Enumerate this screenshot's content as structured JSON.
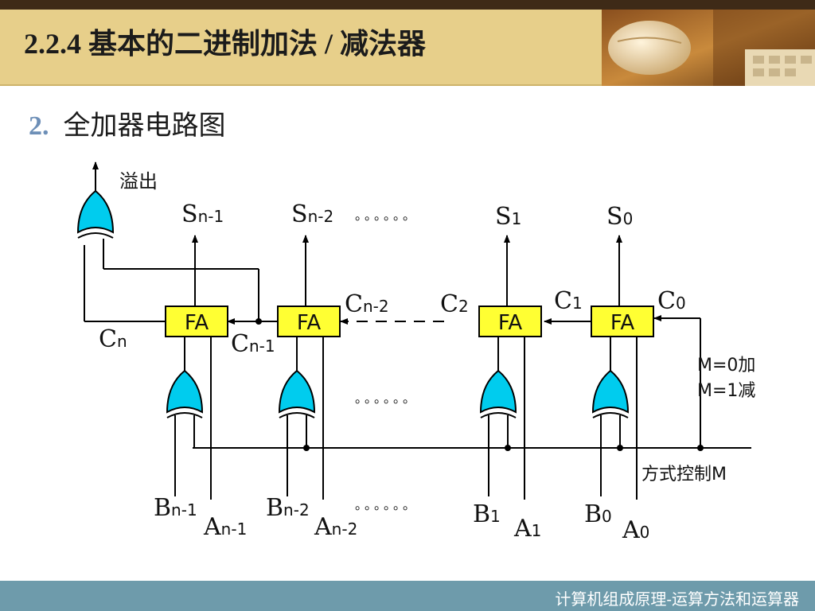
{
  "slide": {
    "title": "2.2.4 基本的二进制加法 / 减法器",
    "subtitle_number": "2.",
    "subtitle": "全加器电路图",
    "footer": "计算机组成原理-运算方法和运算器"
  },
  "diagram": {
    "overflow_label": "溢出",
    "fa_label": "FA",
    "sum_labels": [
      {
        "main": "S",
        "sub": "n-1"
      },
      {
        "main": "S",
        "sub": "n-2"
      },
      {
        "main": "S",
        "sub": "1"
      },
      {
        "main": "S",
        "sub": "0"
      }
    ],
    "carry_labels": {
      "cn": {
        "main": "C",
        "sub": "n"
      },
      "cn1": {
        "main": "C",
        "sub": "n-1"
      },
      "cn2": {
        "main": "C",
        "sub": "n-2"
      },
      "c2": {
        "main": "C",
        "sub": "2"
      },
      "c1": {
        "main": "C",
        "sub": "1"
      },
      "c0": {
        "main": "C",
        "sub": "0"
      }
    },
    "input_labels": [
      {
        "b": {
          "main": "B",
          "sub": "n-1"
        },
        "a": {
          "main": "A",
          "sub": "n-1"
        }
      },
      {
        "b": {
          "main": "B",
          "sub": "n-2"
        },
        "a": {
          "main": "A",
          "sub": "n-2"
        }
      },
      {
        "b": {
          "main": "B",
          "sub": "1"
        },
        "a": {
          "main": "A",
          "sub": "1"
        }
      },
      {
        "b": {
          "main": "B",
          "sub": "0"
        },
        "a": {
          "main": "A",
          "sub": "0"
        }
      }
    ],
    "mode_add": "M=0加",
    "mode_sub": "M=1减",
    "mode_control": "方式控制M",
    "dots": "。。。。。。",
    "colors": {
      "fa_fill": "#ffff33",
      "xor_fill": "#00ccee",
      "wire": "#000000"
    }
  }
}
